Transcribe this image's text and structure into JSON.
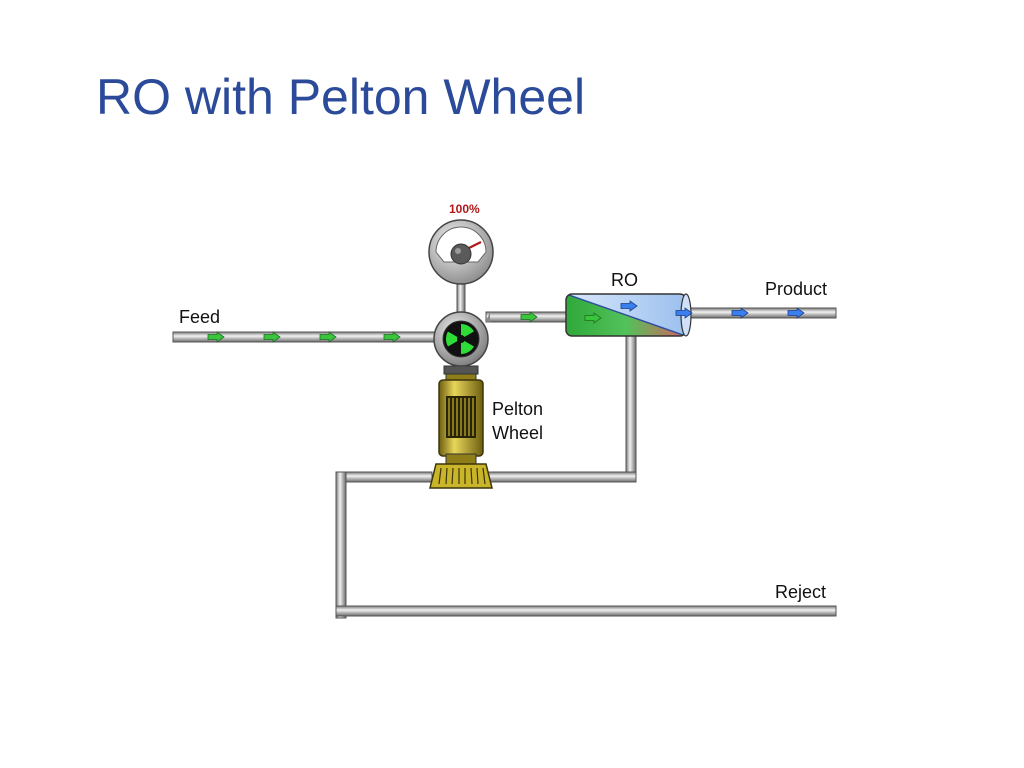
{
  "slide": {
    "title": "RO with Pelton Wheel"
  },
  "labels": {
    "gauge_reading": "100%",
    "feed": "Feed",
    "ro": "RO",
    "product": "Product",
    "pelton_line1": "Pelton",
    "pelton_line2": "Wheel",
    "reject": "Reject"
  },
  "colors": {
    "title": "#2b4b9a",
    "pipe": "#b9b9b9",
    "feed_arrow": "#39c63c",
    "product_arrow": "#3a7ff0",
    "membrane_feed_side": "#3dbb45",
    "membrane_product_side": "#a8c8f2",
    "membrane_reject_side": "#e06060",
    "gauge_text": "#b01818",
    "motor_body": "#c9b52a"
  }
}
